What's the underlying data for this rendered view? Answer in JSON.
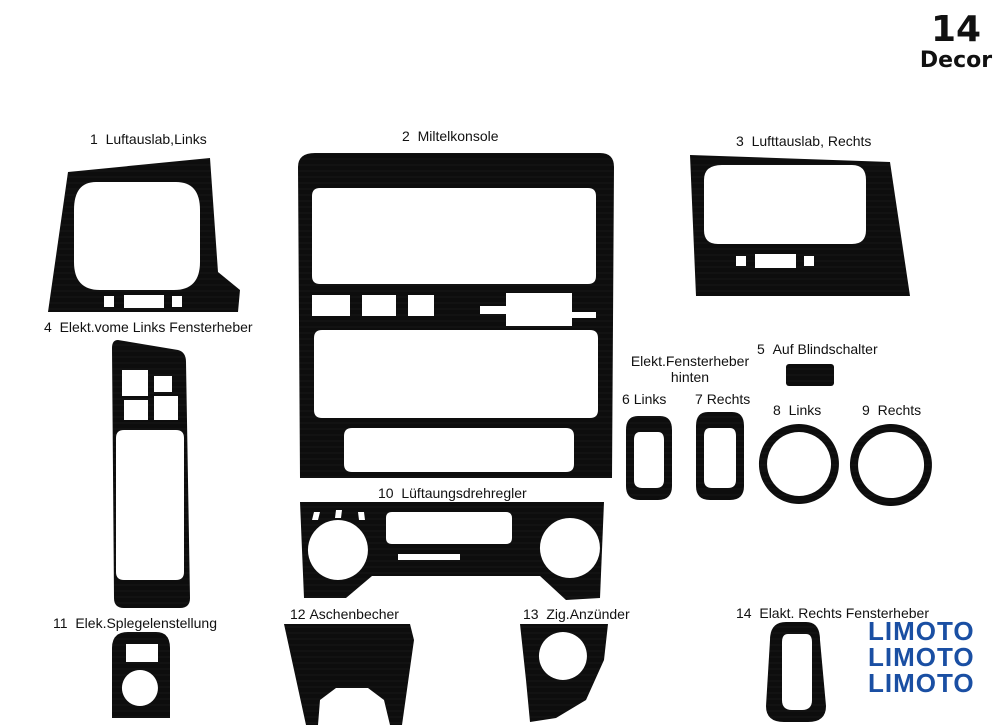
{
  "header": {
    "number": "14",
    "subtitle": "Decor"
  },
  "parts": [
    {
      "no": "1",
      "name": "Luftauslab,Links"
    },
    {
      "no": "2",
      "name": "Miltelkonsole"
    },
    {
      "no": "3",
      "name": "Lufttauslab, Rechts"
    },
    {
      "no": "4",
      "name": "Elekt.vome Links Fensterheber"
    },
    {
      "no": "5",
      "name": "Auf Blindschalter"
    },
    {
      "no": "6",
      "name": "Links"
    },
    {
      "no": "7",
      "name": "Rechts"
    },
    {
      "no": "8",
      "name": "Links"
    },
    {
      "no": "9",
      "name": "Rechts"
    },
    {
      "no": "10",
      "name": "Lüftaungsdrehregler"
    },
    {
      "no": "11",
      "name": "Elek.Splegelenstellung"
    },
    {
      "no": "12",
      "name": "Aschenbecher"
    },
    {
      "no": "13",
      "name": "Zig.Anzünder"
    },
    {
      "no": "14",
      "name": "Elakt. Rechts Fensterheber"
    }
  ],
  "group_label": {
    "line1": "Elekt.Fensterheber",
    "line2": "hinten"
  },
  "brand": {
    "name": "LIMOTO",
    "color": "#1a4fa3"
  },
  "colors": {
    "part_fill": "#0d0d0d",
    "background": "#ffffff"
  }
}
